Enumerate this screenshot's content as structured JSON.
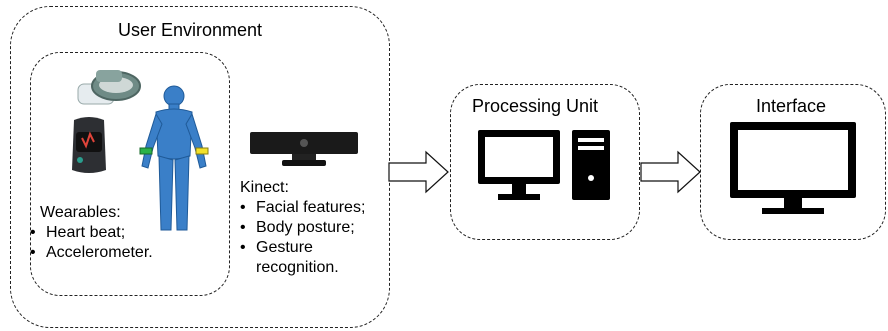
{
  "user_environment": {
    "title": "User Environment",
    "wearables": {
      "heading": "Wearables:",
      "items": [
        "Heart beat;",
        "Accelerometer."
      ]
    },
    "kinect": {
      "heading": "Kinect:",
      "items": [
        "Facial features;",
        "Body posture;",
        "Gesture",
        "recognition."
      ]
    }
  },
  "processing_unit": {
    "title": "Processing Unit"
  },
  "interface": {
    "title": "Interface"
  },
  "icons": [
    "wearable-band-icon",
    "fitness-tracker-icon",
    "human-body-icon",
    "kinect-sensor-icon",
    "desktop-computer-icon",
    "monitor-icon",
    "arrow-right-icon"
  ]
}
